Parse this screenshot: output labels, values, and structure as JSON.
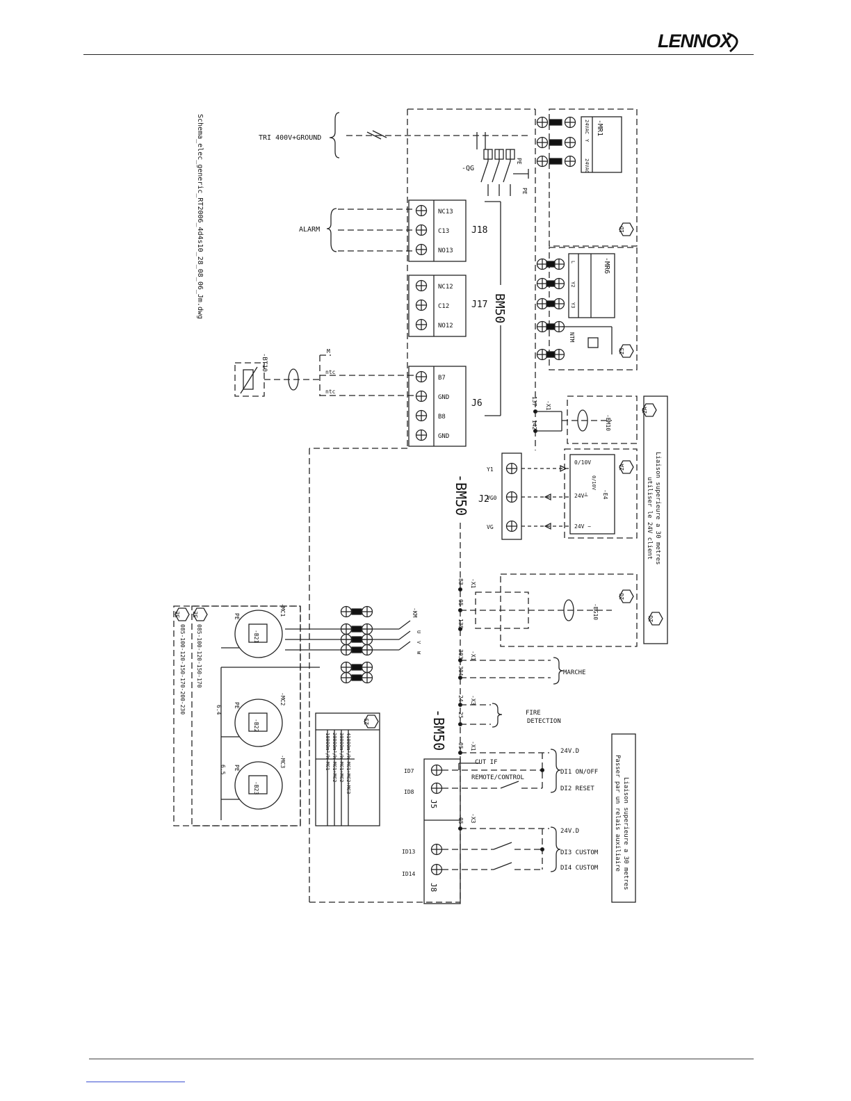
{
  "header": {
    "brand": "LENNOX"
  },
  "diagram": {
    "file_label": "Schema_elec_generic_RT2006_4d4s10_28_08_06_Jm.dwg",
    "supply": "TRI 400V+GROUND",
    "alarm": "ALARM",
    "board": "BM50",
    "board_dash": "-BM50",
    "connectors": {
      "j18": "J18",
      "j17": "J17",
      "j6": "J6",
      "j2": "J2",
      "j5": "J5",
      "j8": "J8",
      "j18_pins": [
        "NC13",
        "C13",
        "NO13"
      ],
      "j17_pins": [
        "NC12",
        "C12",
        "NO12"
      ],
      "j6_pins": [
        "B7",
        "GND",
        "B8",
        "GND"
      ],
      "j2_pins": [
        "Y1",
        "VG0",
        "VG"
      ],
      "j5_pins": [
        "ID7",
        "ID8"
      ],
      "j8_pins": [
        "ID13",
        "ID14"
      ]
    },
    "devices": {
      "qg": "-QG",
      "pe": "PE",
      "km": "-KM",
      "bt10": "-BT10",
      "ntc": "ntc",
      "m": "M",
      "mr1": "-MR1",
      "mr6": "-MR6",
      "bm10": "-BM10",
      "bg10": "-BG10",
      "e4": "-E4",
      "ntm": "NTM",
      "fan1": "-MC1",
      "fan2": "-MC2",
      "fan3": "-MC3",
      "motor1": "-B21",
      "motor2": "-B22",
      "motor3": "-B23"
    },
    "io_labels": {
      "mr1": [
        "24VAC",
        "Y",
        "24VAC"
      ],
      "mr6": [
        "L",
        "Y2",
        "Y3"
      ],
      "e4": [
        "0/10V",
        "24V┴",
        "24V ~",
        "0/10V"
      ]
    },
    "terminals": {
      "x1_top": "-X1",
      "x1_top_nums": [
        "137",
        "142"
      ],
      "x1_mid": "-X1",
      "x1_mid_nums": [
        "83",
        "05",
        "138"
      ],
      "x1_marche": "-X1",
      "x1_marche_nums": [
        "303",
        "304"
      ],
      "x3_fire": "-X3",
      "x3_fire_nums": [
        "24",
        "25"
      ],
      "x1_dig": "-X1",
      "x1_dig_nums": [
        "05"
      ],
      "x3_dig": "-X3",
      "x3_dig_nums": [
        "05"
      ]
    },
    "zone_codes": {
      "z1": "1D",
      "z2": "2S",
      "z3": "2A",
      "z4": "2A",
      "z5": "2G",
      "z6": "2G",
      "z7": "2S",
      "z8": "3E",
      "z9": "3E"
    },
    "signals": {
      "marche": "MARCHE",
      "fire": [
        "FIRE",
        "DETECTION"
      ],
      "cut": [
        "CUT IF",
        "REMOTE/CONTROL"
      ],
      "vd1": "24V.D",
      "vd2": "24V.D",
      "di1": "DI1 ON/OFF",
      "di2": "DI2 RESET",
      "di3": "DI3 CUSTOM",
      "di4": "DI4 CUSTOM"
    },
    "notes": {
      "upper": [
        "Liaison superieure a 30 metres",
        "utiliser le 24V client"
      ],
      "lower": [
        "Liaison superieure a 30 metres",
        "Passer par un relais auxiliaire"
      ]
    },
    "airflow_table": [
      [
        "18000m³/h",
        "MC1"
      ],
      [
        "20000m³/h",
        "MC1+MC2"
      ],
      [
        "30000m³/h",
        "MC1+MC2"
      ],
      [
        "41000m³/h",
        "MC1+MC2+MC3"
      ]
    ],
    "models": {
      "a": "085-100-120-150-170",
      "b": "085-100-120-150-170-200-230"
    },
    "phase_labels": [
      "U",
      "V",
      "W"
    ],
    "fan_pe": [
      "PE",
      "PE",
      "PE"
    ],
    "fan_mm": [
      "6.4",
      "6.5"
    ]
  }
}
